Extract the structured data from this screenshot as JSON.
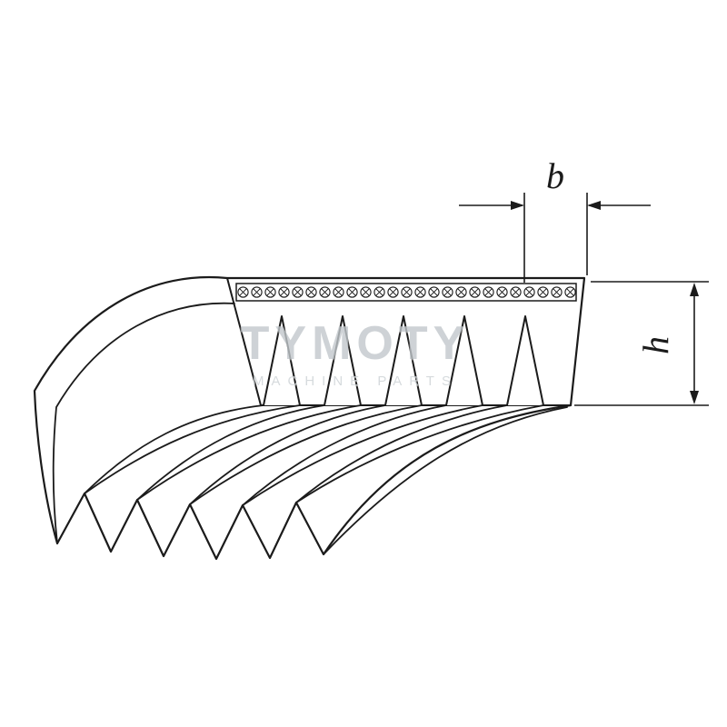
{
  "page": {
    "background": "#ffffff"
  },
  "diagram": {
    "type": "technical-line-drawing",
    "subject": "poly-v ribbed belt cross-section with dimension callouts",
    "rib_groove_count": 5,
    "rib_tip_count": 6,
    "dimension_labels": {
      "rib_pitch_width": "b",
      "belt_height": "h"
    },
    "colors": {
      "line": "#1b1b1b",
      "background": "#ffffff",
      "watermark_title": "#c2c8cc",
      "watermark_subtitle": "#ccd2d5"
    }
  },
  "watermark": {
    "title": "TYMOTY",
    "subtitle": "MACHINE PARTS"
  }
}
